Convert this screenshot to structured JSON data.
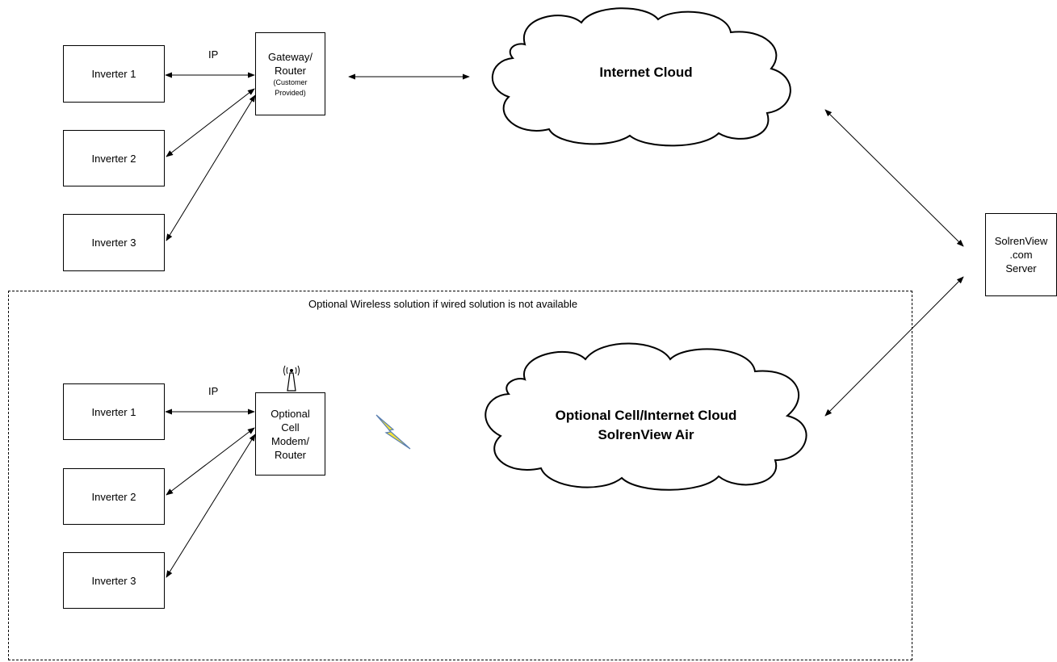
{
  "top": {
    "inverters": [
      "Inverter 1",
      "Inverter 2",
      "Inverter 3"
    ],
    "link_label": "IP",
    "gateway": {
      "line1": "Gateway/",
      "line2": "Router",
      "note1": "(Customer",
      "note2": "Provided)"
    },
    "cloud_label": "Internet Cloud"
  },
  "server": {
    "line1": "SolrenView",
    "line2": ".com",
    "line3": "Server"
  },
  "wireless": {
    "caption": "Optional Wireless solution if wired solution is not available",
    "inverters": [
      "Inverter 1",
      "Inverter 2",
      "Inverter 3"
    ],
    "link_label": "IP",
    "modem": {
      "line1": "Optional",
      "line2": "Cell",
      "line3": "Modem/",
      "line4": "Router"
    },
    "cloud_line1": "Optional Cell/Internet Cloud",
    "cloud_line2": "SolrenView Air"
  },
  "icons": {
    "antenna": "antenna-icon",
    "lightning": "lightning-bolt-icon"
  },
  "colors": {
    "line": "#000000",
    "lightning_fill": "#f5e33a",
    "lightning_stroke": "#5a7fb0"
  }
}
